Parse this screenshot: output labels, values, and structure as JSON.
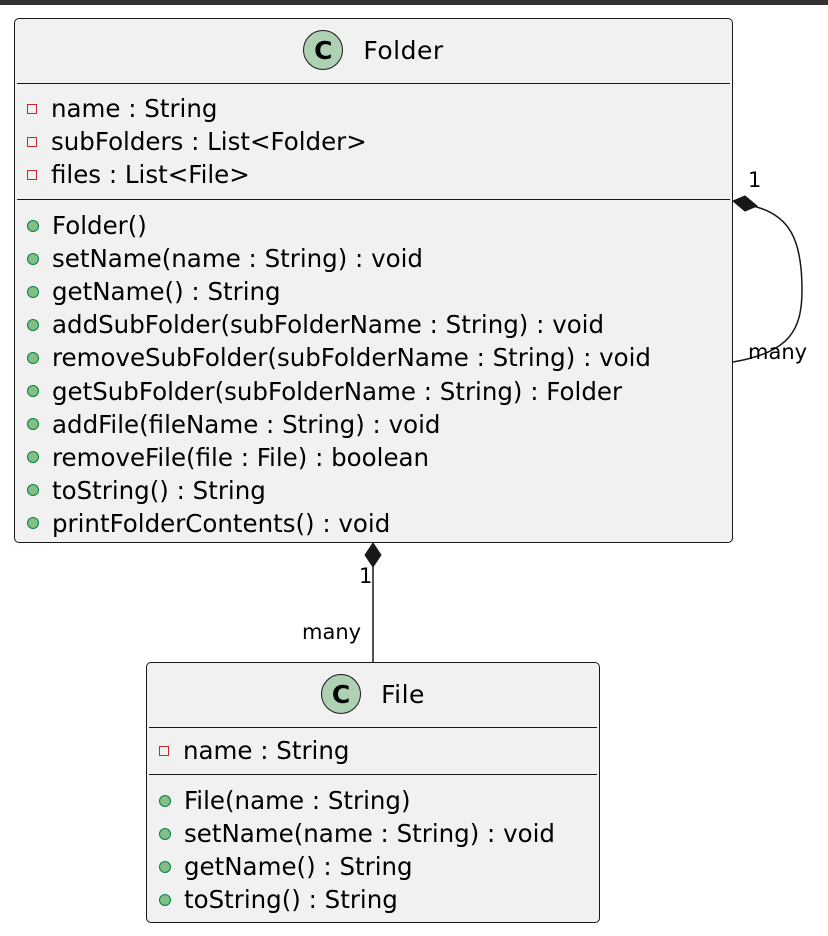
{
  "classes": {
    "folder": {
      "badge": "C",
      "name": "Folder",
      "fields": [
        "name : String",
        "subFolders : List<Folder>",
        "files : List<File>"
      ],
      "methods": [
        "Folder()",
        "setName(name : String) : void",
        "getName() : String",
        "addSubFolder(subFolderName : String) : void",
        "removeSubFolder(subFolderName : String) : void",
        "getSubFolder(subFolderName : String) : Folder",
        "addFile(fileName : String) : void",
        "removeFile(file : File) : boolean",
        "toString() : String",
        "printFolderContents() : void"
      ]
    },
    "file": {
      "badge": "C",
      "name": "File",
      "fields": [
        "name : String"
      ],
      "methods": [
        "File(name : String)",
        "setName(name : String) : void",
        "getName() : String",
        "toString() : String"
      ]
    }
  },
  "relations": {
    "self": {
      "source_multiplicity": "1",
      "target_multiplicity": "many"
    },
    "folder_file": {
      "source_multiplicity": "1",
      "target_multiplicity": "many"
    }
  },
  "colors": {
    "class_fill": "#f1f1f1",
    "badge_fill": "#add1b2",
    "private_marker": "#c82930",
    "public_marker": "#84be84",
    "line": "#181818"
  }
}
